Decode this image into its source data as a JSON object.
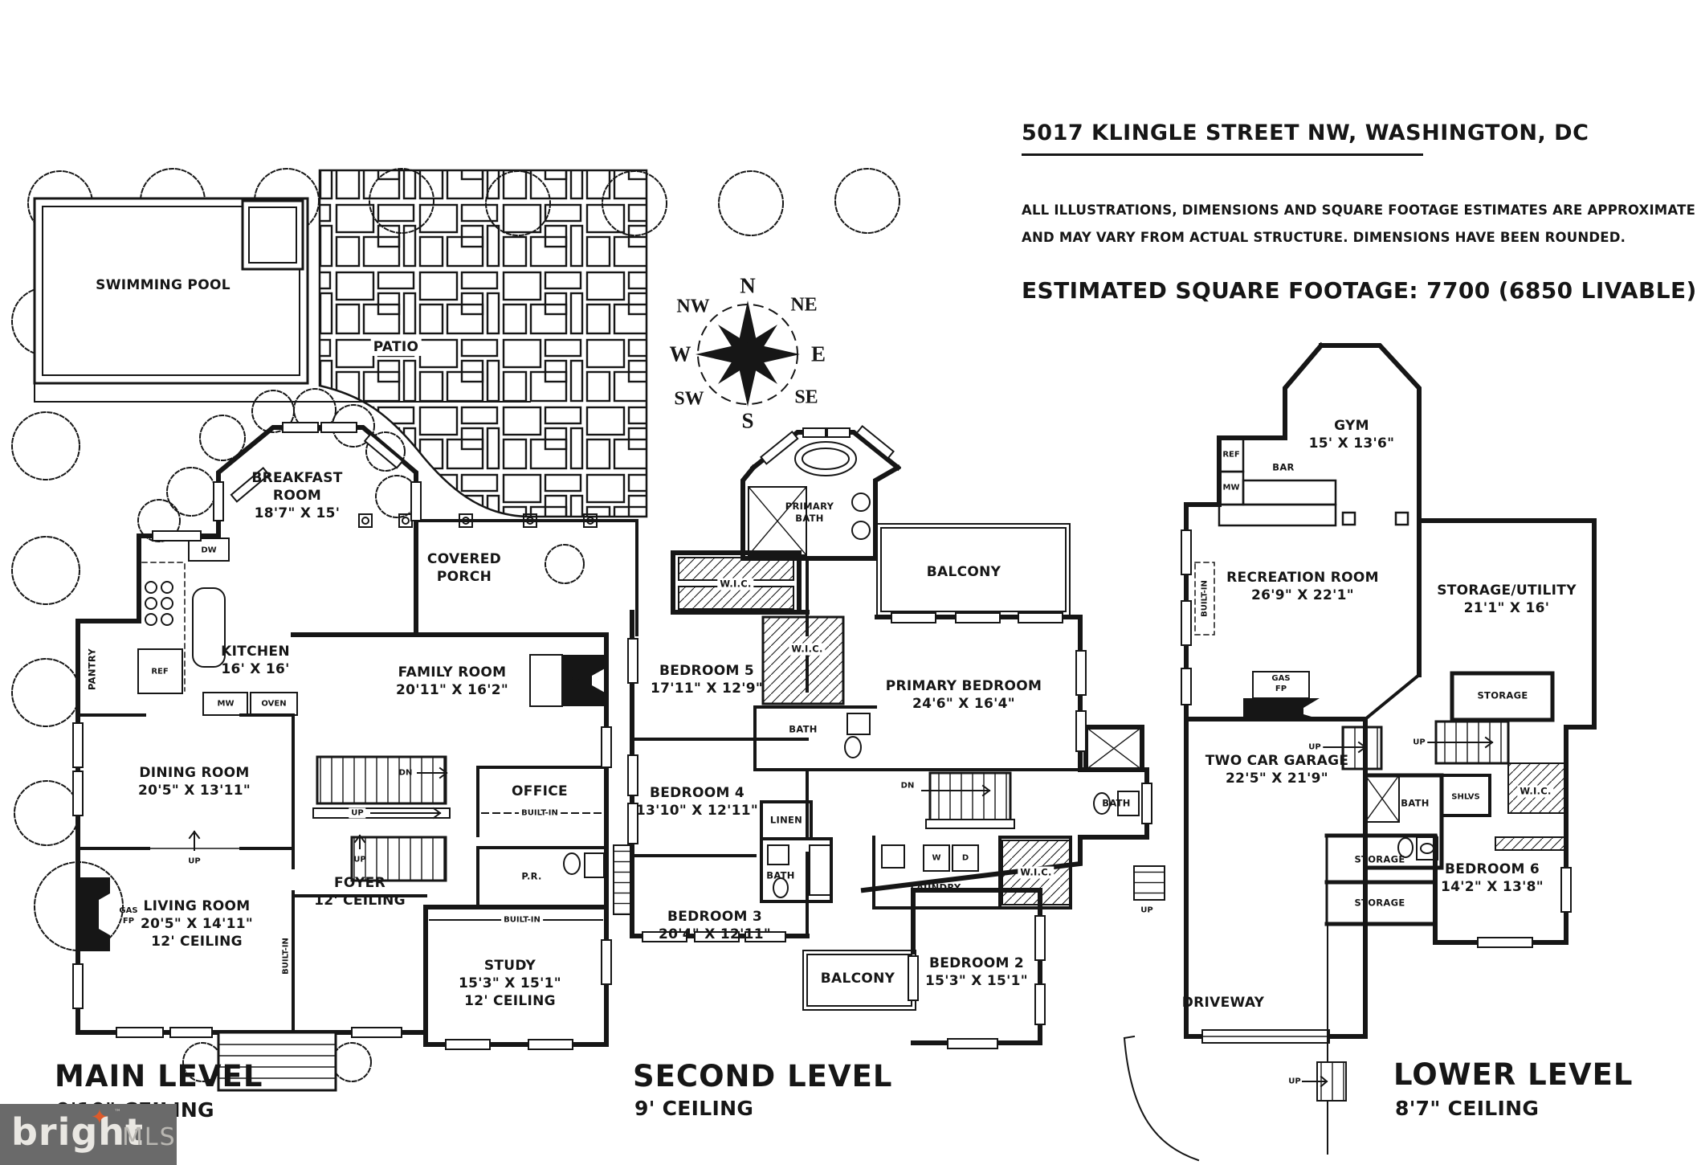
{
  "header": {
    "address": "5017 KLINGLE STREET NW, WASHINGTON, DC",
    "disclaimer_line1": "ALL ILLUSTRATIONS, DIMENSIONS AND SQUARE FOOTAGE ESTIMATES ARE APPROXIMATE",
    "disclaimer_line2": "AND MAY VARY FROM ACTUAL STRUCTURE. DIMENSIONS HAVE BEEN ROUNDED.",
    "square_footage": "ESTIMATED SQUARE FOOTAGE: 7700 (6850 LIVABLE)"
  },
  "compass": {
    "n": "N",
    "ne": "NE",
    "e": "E",
    "se": "SE",
    "s": "S",
    "sw": "SW",
    "w": "W",
    "nw": "NW"
  },
  "site": {
    "swimming_pool": "SWIMMING POOL",
    "patio": "PATIO"
  },
  "main_level": {
    "title": "MAIN LEVEL",
    "ceiling": "9'10\" CEILING",
    "breakfast_room": "BREAKFAST\nROOM\n18'7\" X 15'",
    "covered_porch": "COVERED\nPORCH",
    "kitchen": "KITCHEN\n16' X 16'",
    "pantry": "PANTRY",
    "dw": "DW",
    "ref": "REF",
    "mw": "MW",
    "oven": "OVEN",
    "family_room": "FAMILY ROOM\n20'11\" X 16'2\"",
    "fp": "FP",
    "dining_room": "DINING ROOM\n20'5\" X 13'11\"",
    "office": "OFFICE",
    "built_in_office": "BUILT-IN",
    "built_in_study": "BUILT-IN",
    "built_in_living": "BUILT-IN",
    "dn": "DN",
    "up_stair": "UP",
    "up_foyer": "UP",
    "up_dining": "UP",
    "foyer": "FOYER\n12' CEILING",
    "pr": "P.R.",
    "living_room": "LIVING ROOM\n20'5\" X 14'11\"\n12' CEILING",
    "gas_fp": "GAS\nFP",
    "study": "STUDY\n15'3\" X 15'1\"\n12' CEILING"
  },
  "second_level": {
    "title": "SECOND LEVEL",
    "ceiling": "9' CEILING",
    "primary_bath": "PRIMARY\nBATH",
    "wic_top": "W.I.C.",
    "wic_hall": "W.I.C.",
    "wic_laundry": "W.I.C.",
    "balcony_top": "BALCONY",
    "balcony_bottom": "BALCONY",
    "bedroom5": "BEDROOM 5\n17'11\" X 12'9\"",
    "primary_bedroom": "PRIMARY BEDROOM\n24'6\" X 16'4\"",
    "bath_top": "BATH",
    "bath_mid": "BATH",
    "bath_right": "BATH",
    "bedroom4": "BEDROOM 4\n13'10\" X 12'11\"",
    "linen": "LINEN",
    "laundry": "LAUNDRY",
    "w": "W",
    "d": "D",
    "dn": "DN",
    "bedroom3": "BEDROOM 3\n20'4\" X 12'11\"",
    "bedroom2": "BEDROOM 2\n15'3\" X 15'1\""
  },
  "lower_level": {
    "title": "LOWER LEVEL",
    "ceiling": "8'7\" CEILING",
    "gym": "GYM\n15' X 13'6\"",
    "bar": "BAR",
    "ref": "REF",
    "mw": "MW",
    "recreation_room": "RECREATION ROOM\n26'9\" X 22'1\"",
    "storage_utility": "STORAGE/UTILITY\n21'1\" X 16'",
    "built_in": "BUILT-IN",
    "gas_fp": "GAS\nFP",
    "storage_top": "STORAGE",
    "storage_mid": "STORAGE",
    "storage_low": "STORAGE",
    "up1": "UP",
    "up2": "UP",
    "up3": "UP",
    "up4": "UP",
    "two_car_garage": "TWO CAR GARAGE\n22'5\" X 21'9\"",
    "bath": "BATH",
    "shlvs": "SHLVS",
    "wic": "W.I.C.",
    "bedroom6": "BEDROOM 6\n14'2\" X 13'8\"",
    "driveway": "DRIVEWAY"
  },
  "logo": {
    "brand": "bright",
    "star": "✦",
    "tm": "™",
    "suffix": "MLS"
  }
}
